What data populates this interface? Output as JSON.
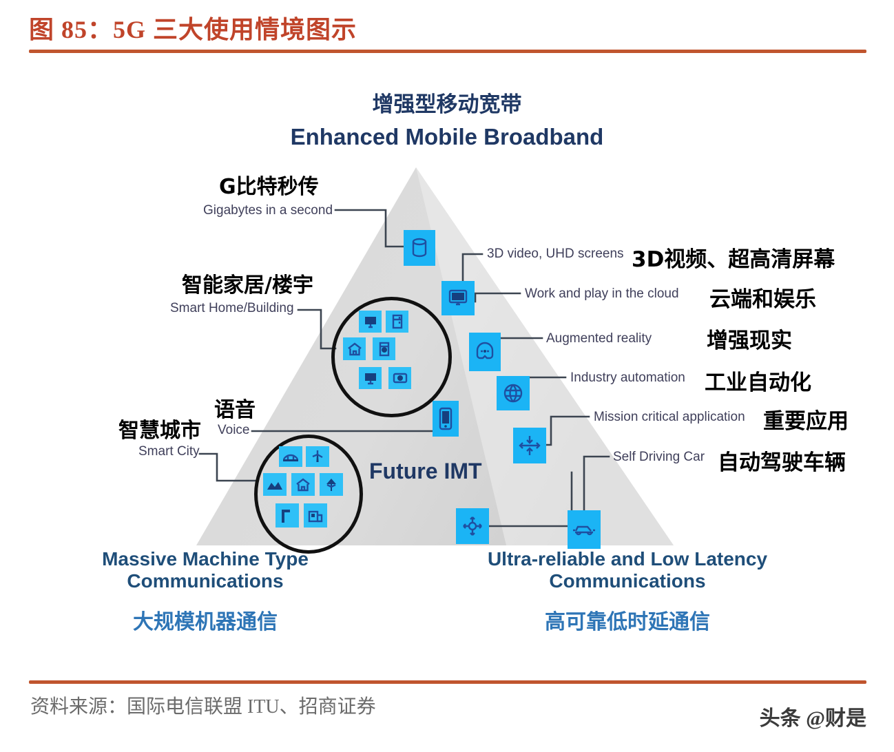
{
  "header": {
    "figure_label": "图 85：5G 三大使用情境图示",
    "rule_color": "#C0552E"
  },
  "footer": {
    "source": "资料来源：国际电信联盟 ITU、招商证券",
    "watermark": "头条 @财是"
  },
  "diagram": {
    "center_label": "Future IMT",
    "apex": {
      "cn": "增强型移动宽带",
      "en": "Enhanced Mobile Broadband"
    },
    "bottom_left": {
      "en_line1": "Massive Machine Type",
      "en_line2": "Communications",
      "cn": "大规模机器通信"
    },
    "bottom_right": {
      "en_line1": "Ultra-reliable and Low Latency",
      "en_line2": "Communications",
      "cn": "高可靠低时延通信"
    },
    "left_callouts": [
      {
        "cn": "G比特秒传",
        "en": "Gigabytes in a second",
        "icon": "database-icon"
      },
      {
        "cn": "智能家居/楼宇",
        "en": "Smart Home/Building",
        "icon": "smart-home-cluster-icon"
      },
      {
        "cn": "语音",
        "en": "Voice",
        "icon": "smartphone-icon"
      },
      {
        "cn": "智慧城市",
        "en": "Smart City",
        "icon": "smart-city-cluster-icon"
      }
    ],
    "right_callouts": [
      {
        "en": "3D video, UHD screens",
        "cn": "3D视频、超高清屏幕",
        "icon": "monitor-icon"
      },
      {
        "en": "Work and play in the cloud",
        "cn": "云端和娱乐",
        "icon": "vr-headset-icon"
      },
      {
        "en": "Augmented reality",
        "cn": "增强现实",
        "icon": "globe-gear-icon"
      },
      {
        "en": "Industry automation",
        "cn": "工业自动化",
        "icon": "latency-arrows-icon"
      },
      {
        "en": "Mission critical  application",
        "cn": "重要应用",
        "icon": "network-node-icon"
      },
      {
        "en": "Self Driving Car",
        "cn": "自动驾驶车辆",
        "icon": "car-icon"
      }
    ],
    "smart_home_icons": [
      "monitor-icon",
      "refrigerator-icon",
      "house-icon",
      "washing-machine-icon",
      "tv-icon",
      "camera-icon"
    ],
    "smart_city_icons": [
      "bridge-icon",
      "wind-turbine-icon",
      "factory-icon",
      "house-icon",
      "tree-icon",
      "pipes-icon",
      "building-icon"
    ],
    "colors": {
      "triangle_fill": "#DCDCDC",
      "tile_blue": "#1BB4F5",
      "icon_navy": "#1F4FA0",
      "heading_navy": "#1F3864",
      "corner_blue": "#2E75B6",
      "accent_red": "#C0552E"
    }
  }
}
